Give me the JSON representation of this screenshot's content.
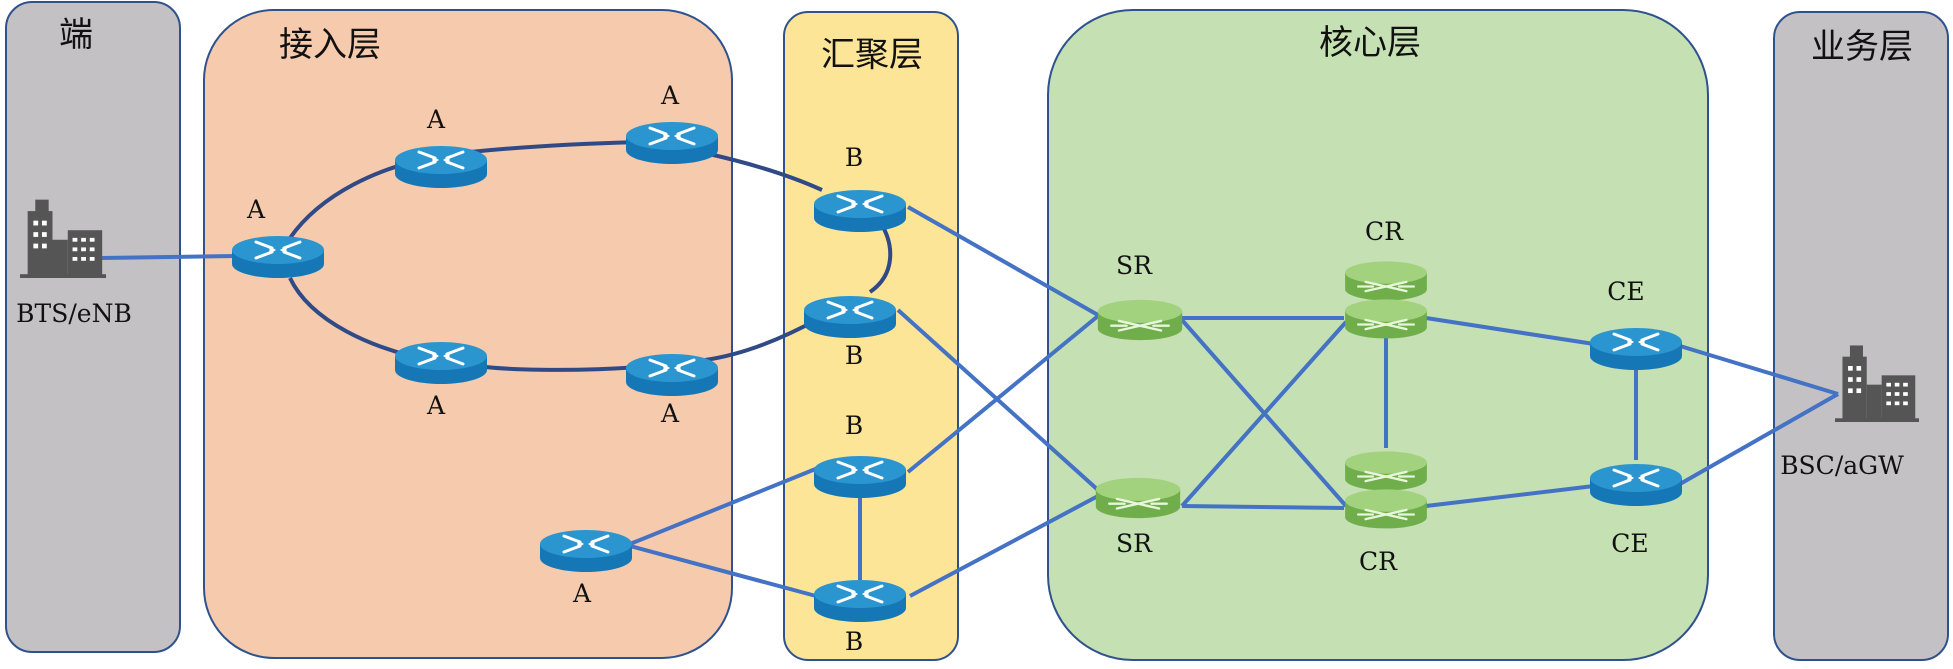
{
  "zones": {
    "terminal": {
      "title": "端",
      "fill": "#c3c1c3",
      "stroke": "#2f528f"
    },
    "access": {
      "title": "接入层",
      "fill": "#f6caac",
      "stroke": "#2f528f"
    },
    "aggregation": {
      "title": "汇聚层",
      "fill": "#fde598",
      "stroke": "#2f528f"
    },
    "core": {
      "title": "核心层",
      "fill": "#c5e0b3",
      "stroke": "#2f528f"
    },
    "service": {
      "title": "业务层",
      "fill": "#c3c1c3",
      "stroke": "#2f528f"
    }
  },
  "endpoints": {
    "bts": {
      "label": "BTS/eNB",
      "icon": "building-icon"
    },
    "bsc": {
      "label": "BSC/aGW",
      "icon": "building-icon"
    }
  },
  "nodes": {
    "a1": {
      "label": "A",
      "type": "router"
    },
    "a2": {
      "label": "A",
      "type": "router"
    },
    "a3": {
      "label": "A",
      "type": "router"
    },
    "a4": {
      "label": "A",
      "type": "router"
    },
    "a5": {
      "label": "A",
      "type": "router"
    },
    "a6": {
      "label": "A",
      "type": "router"
    },
    "b1": {
      "label": "B",
      "type": "router"
    },
    "b2": {
      "label": "B",
      "type": "router"
    },
    "b3": {
      "label": "B",
      "type": "router"
    },
    "b4": {
      "label": "B",
      "type": "router"
    },
    "sr1": {
      "label": "SR",
      "type": "switch"
    },
    "sr2": {
      "label": "SR",
      "type": "switch"
    },
    "cr1": {
      "label": "CR",
      "type": "stacked-switch"
    },
    "cr2": {
      "label": "CR",
      "type": "stacked-switch"
    },
    "ce1": {
      "label": "CE",
      "type": "router"
    },
    "ce2": {
      "label": "CE",
      "type": "router"
    }
  },
  "colors": {
    "router_top": "#2a95cf",
    "router_side": "#1577b6",
    "switch_green": "#8cc467",
    "switch_dark": "#5e9b3a",
    "ring_link": "#2f4a86",
    "link": "#4472c4",
    "building": "#555555"
  }
}
